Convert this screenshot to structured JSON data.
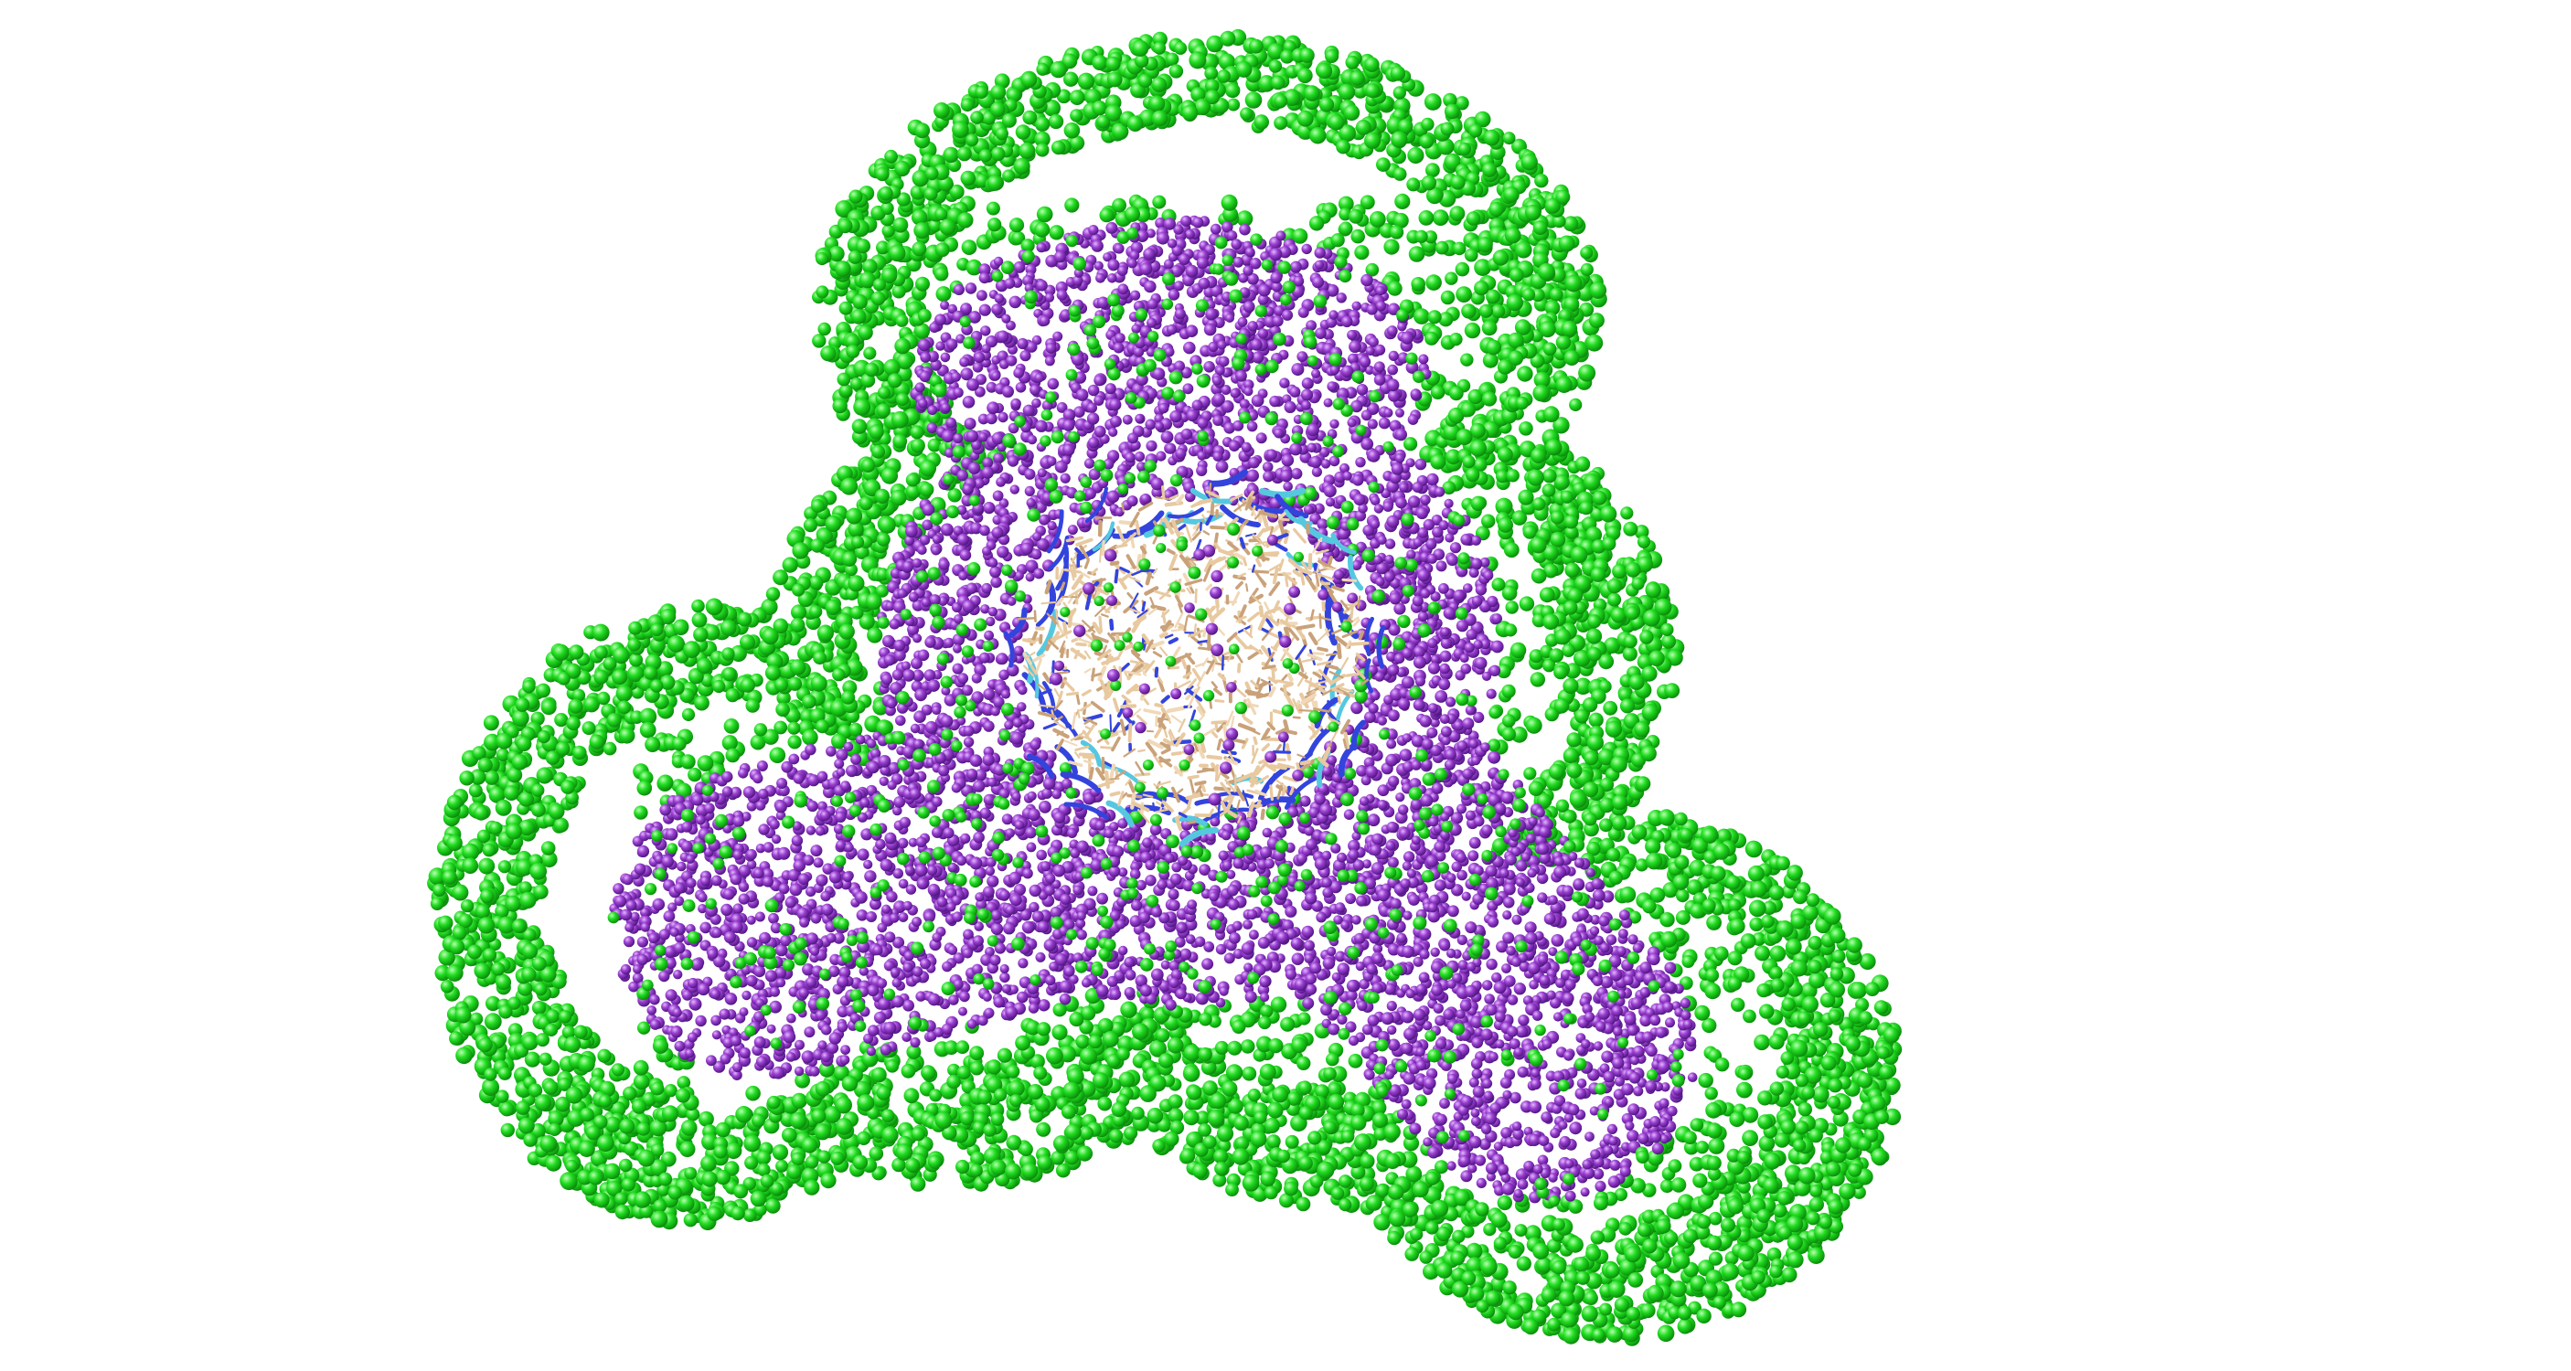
{
  "scene": {
    "background": "#ffffff",
    "layers": [
      {
        "name": "outer-shell",
        "color": "#22dd22",
        "highlight": "#b8ffb0",
        "shadow": "#0a8a0a"
      },
      {
        "name": "inner-shell",
        "color": "#9a3fd0",
        "highlight": "#e2b8ff",
        "shadow": "#4e1580"
      },
      {
        "name": "core-structure",
        "colors": [
          "#3344dd",
          "#e8c9a0",
          "#c9a27a",
          "#55c8e0",
          "#f0d8b8"
        ]
      }
    ]
  }
}
